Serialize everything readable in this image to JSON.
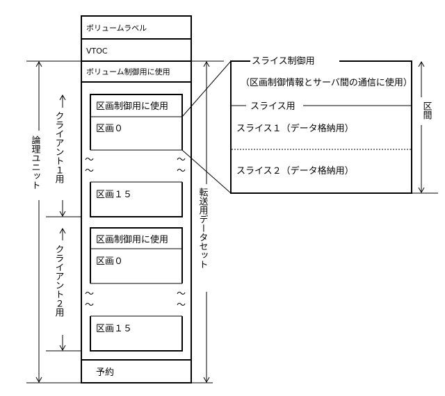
{
  "volume": {
    "label": "ボリュームラベル",
    "vtoc": "VTOC",
    "control_use": "ボリューム制御用に使用",
    "reserved": "予約"
  },
  "clients": [
    {
      "label": "クライアント１用",
      "section_control": "区画制御用に使用",
      "first_section": "区画０",
      "last_section": "区画１５"
    },
    {
      "label": "クライアント２用",
      "section_control": "区画制御用に使用",
      "first_section": "区画０",
      "last_section": "区画１５"
    }
  ],
  "tilde": "～",
  "side_labels": {
    "logical_unit": "論理ユニット",
    "transfer_dataset": "転送用データセット",
    "section": "区間"
  },
  "slice_detail": {
    "control": "スライス制御用",
    "control_note": "（区画制御情報とサーバ間の通信に使用）",
    "slice_use": "スライス用",
    "slice1": "スライス１（データ格納用）",
    "slice2": "スライス２（データ格納用）"
  }
}
